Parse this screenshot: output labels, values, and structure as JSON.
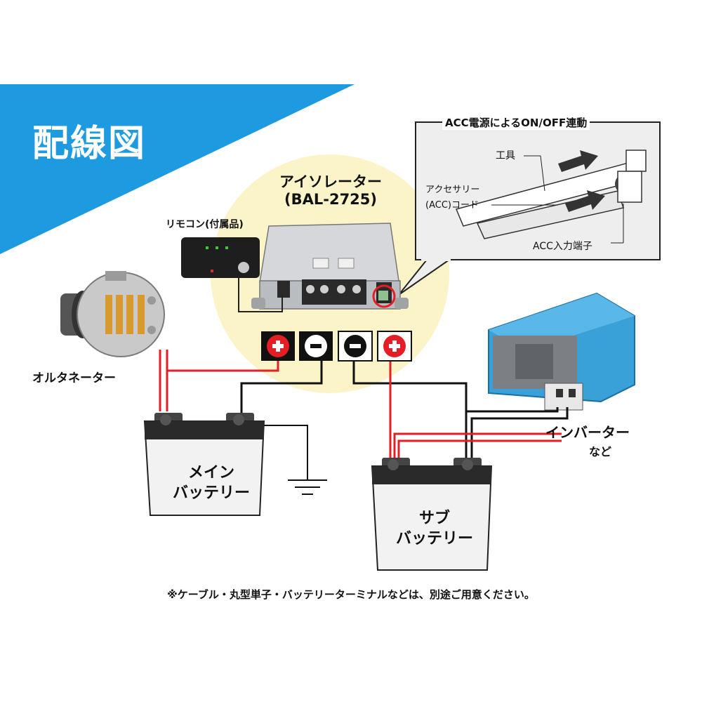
{
  "title": "配線図",
  "isolator": {
    "name": "アイソレーター",
    "model": "(BAL-2725)"
  },
  "remote": {
    "label": "リモコン(付属品)"
  },
  "alternator": {
    "label": "オルタネーター"
  },
  "main_battery": {
    "line1": "メイン",
    "line2": "バッテリー"
  },
  "sub_battery": {
    "line1": "サブ",
    "line2": "バッテリー"
  },
  "inverter": {
    "label": "インバーター",
    "sub": "など"
  },
  "inset": {
    "title": "ACC電源によるON/OFF連動",
    "tool": "工具",
    "cord_line1": "アクセサリー",
    "cord_line2": "(ACC)コード",
    "terminal": "ACC入力端子"
  },
  "terminals": [
    {
      "symbol": "+",
      "style": "red-fill"
    },
    {
      "symbol": "−",
      "style": "black-fill"
    },
    {
      "symbol": "−",
      "style": "black-outline"
    },
    {
      "symbol": "+",
      "style": "red-outline"
    }
  ],
  "footnote": "※ケーブル・丸型単子・バッテリーターミナルなどは、別途ご用意ください。",
  "colors": {
    "banner": "#1e9be0",
    "halo": "#fbf4c8",
    "positive_wire": "#e31e24",
    "negative_wire": "#111111",
    "inverter_body": "#3aa0d8"
  }
}
